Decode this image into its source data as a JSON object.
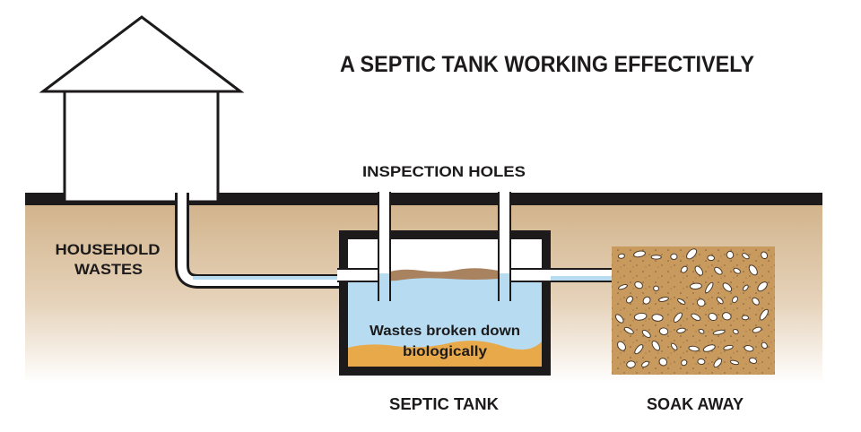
{
  "title": "A SEPTIC TANK WORKING EFFECTIVELY",
  "labels": {
    "household_line1": "HOUSEHOLD",
    "household_line2": "WASTES",
    "inspection_holes": "INSPECTION HOLES",
    "tank_text_line1": "Wastes broken down",
    "tank_text_line2": "biologically",
    "septic_tank": "SEPTIC TANK",
    "soak_away": "SOAK AWAY"
  },
  "colors": {
    "ground_top": "#d2b48c",
    "ground_bottom": "#ffffff",
    "surface": "#1c1a1a",
    "water": "#b7dcf2",
    "sludge": "#e8a94a",
    "scum": "#a98260",
    "gravel": "#c99a5e",
    "outline": "#1c1a1a"
  }
}
